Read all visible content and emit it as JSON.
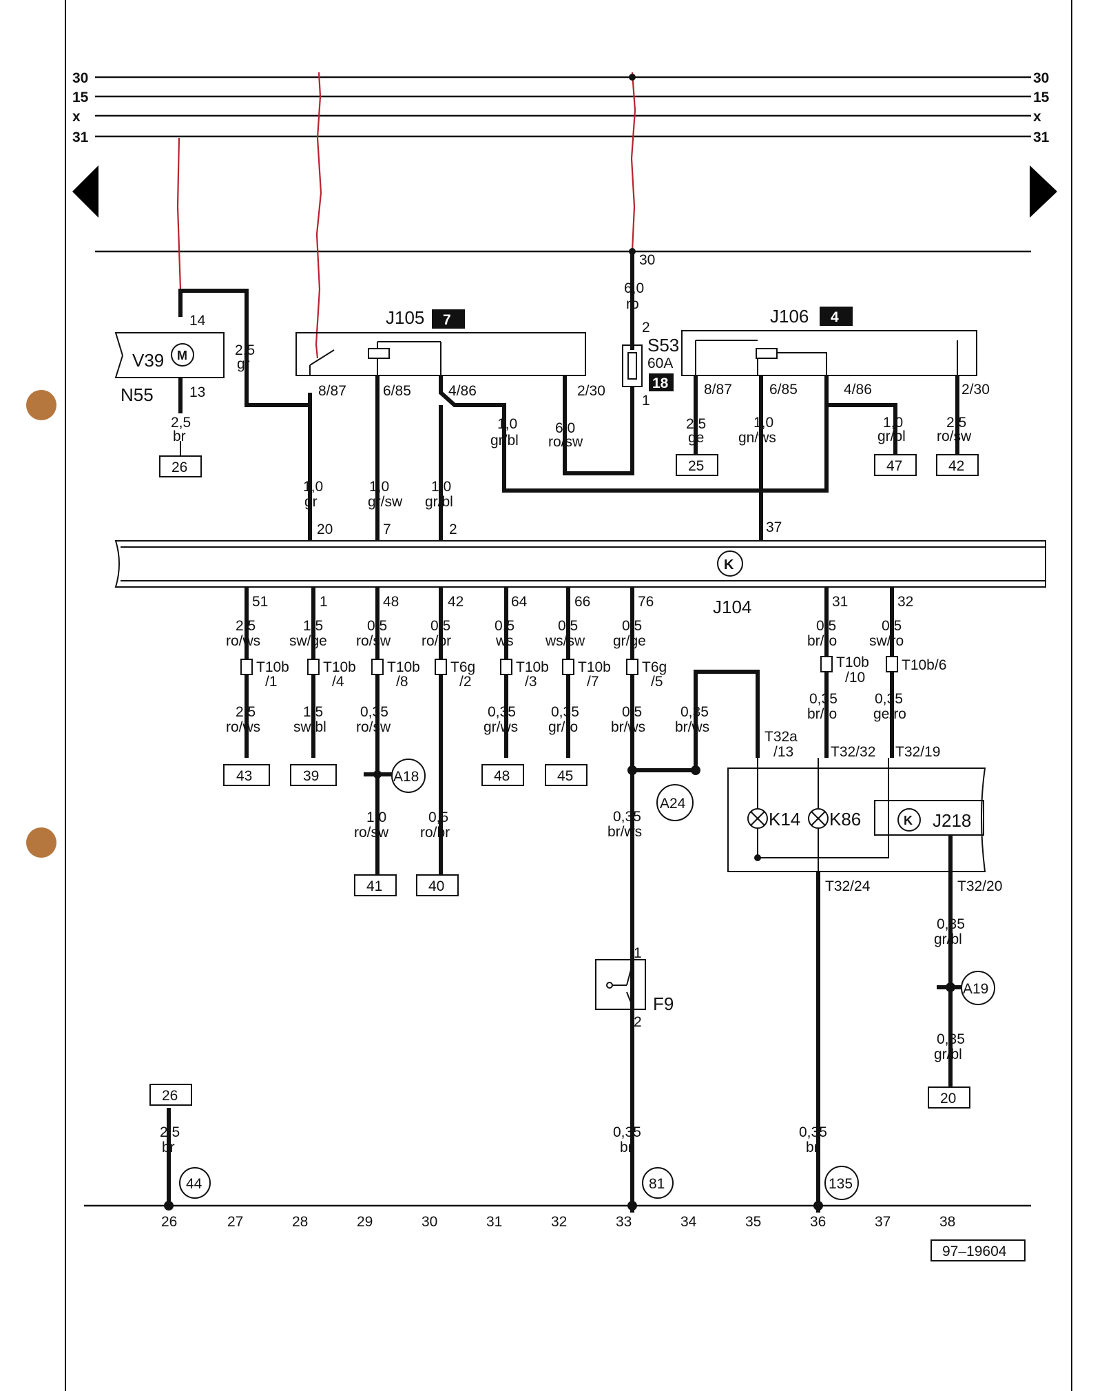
{
  "bus_labels": {
    "l30": "30",
    "l15": "15",
    "lx": "x",
    "l31": "31"
  },
  "top_terminal": "30",
  "components": {
    "v39": "V39",
    "n55": "N55",
    "j105": "J105",
    "j105_loc": "7",
    "j106": "J106",
    "j106_loc": "4",
    "s53": "S53",
    "s53_rating": "60A",
    "s53_loc": "18",
    "j104": "J104",
    "j218": "J218",
    "k14": "K14",
    "k86": "K86",
    "f9": "F9"
  },
  "wire_labels": {
    "v39_top": "14",
    "v39_bot": "13",
    "w_br25": "2,5",
    "w_br25c": "br",
    "w_gr25": "2,5",
    "w_gr25c": "gr",
    "w_ro60": "6,0",
    "w_ro60c": "ro",
    "s53_pin2": "2",
    "s53_pin1": "1",
    "j105_p1": "8/87",
    "j105_p2": "6/85",
    "j105_p3": "4/86",
    "j105_p4": "2/30",
    "j106_p1": "8/87",
    "j106_p2": "6/85",
    "j106_p3": "4/86",
    "j106_p4": "2/30",
    "w_grbl10": "1,0",
    "w_grbl10c": "gr/bl",
    "w_rosw60": "6,0",
    "w_rosw60c": "ro/sw",
    "w_ge25": "2,5",
    "w_ge25c": "ge",
    "w_gnws10": "1,0",
    "w_gnws10c": "gn/ws",
    "w_grbl10b": "1,0",
    "w_grbl10bc": "gr/bl",
    "w_rosw25": "2,5",
    "w_rosw25c": "ro/sw",
    "w_gr10": "1,0",
    "w_gr10c": "gr",
    "w_grsw10": "1,0",
    "w_grsw10c": "gr/sw",
    "w_grbl10c2": "1,0",
    "w_grbl10c2c": "gr/bl",
    "pin20": "20",
    "pin7": "7",
    "pin2": "2",
    "pin37": "37",
    "pins_bottom": [
      "51",
      "1",
      "48",
      "42",
      "64",
      "66",
      "76",
      "31",
      "32"
    ],
    "wires_a": [
      [
        "2,5",
        "ro/ws"
      ],
      [
        "1,5",
        "sw/ge"
      ],
      [
        "0,5",
        "ro/sw"
      ],
      [
        "0,5",
        "ro/br"
      ],
      [
        "0,5",
        "ws"
      ],
      [
        "0,5",
        "ws/sw"
      ],
      [
        "0,5",
        "gr/ge"
      ],
      [
        "0,5",
        "br/ro"
      ],
      [
        "0,5",
        "sw/ro"
      ]
    ],
    "connectors": [
      [
        "T10b",
        "/1"
      ],
      [
        "T10b",
        "/4"
      ],
      [
        "T10b",
        "/8"
      ],
      [
        "T6g",
        "/2"
      ],
      [
        "T10b",
        "/3"
      ],
      [
        "T10b",
        "/7"
      ],
      [
        "T6g",
        "/5"
      ],
      [
        "T10b",
        "/10"
      ],
      [
        "T10b/6",
        ""
      ]
    ],
    "wires_b": [
      [
        "2,5",
        "ro/ws"
      ],
      [
        "1,5",
        "sw/bl"
      ],
      [
        "0,35",
        "ro/sw"
      ],
      [
        "0,35",
        "gr/ws"
      ],
      [
        "0,35",
        "gr/ro"
      ],
      [
        "0,5",
        "br/ws"
      ],
      [
        "0,35",
        "br/ws"
      ],
      [
        "0,35",
        "br/ro"
      ],
      [
        "0,35",
        "ge/ro"
      ]
    ],
    "t32a": "T32a",
    "t32a_n": "/13",
    "t32_32": "T32/32",
    "t32_19": "T32/19",
    "t32_24": "T32/24",
    "t32_20": "T32/20",
    "w_rosw10": "1,0",
    "w_rosw10c": "ro/sw",
    "w_robr05": "0,5",
    "w_robr05c": "ro/br",
    "w_brws035": "0,35",
    "w_brws035c": "br/ws",
    "w_grbl035a": "0,35",
    "w_grbl035ac": "gr/bl",
    "w_grbl035b": "0,35",
    "w_grbl035bc": "gr/bl",
    "f9_p1": "1",
    "f9_p2": "2",
    "g_br25": "2,5",
    "g_br25c": "br",
    "g_br035a": "0,35",
    "g_br035ac": "br",
    "g_br035b": "0,35",
    "g_br035bc": "br"
  },
  "box_refs": [
    "26",
    "25",
    "47",
    "42",
    "43",
    "39",
    "48",
    "45",
    "41",
    "40",
    "20",
    "26"
  ],
  "circle_refs": {
    "a18": "A18",
    "a24": "A24",
    "a19": "A19",
    "g44": "44",
    "g81": "81",
    "g135": "135"
  },
  "track_numbers": [
    "26",
    "27",
    "28",
    "29",
    "30",
    "31",
    "32",
    "33",
    "34",
    "35",
    "36",
    "37",
    "38"
  ],
  "figure_id": "97–19604"
}
